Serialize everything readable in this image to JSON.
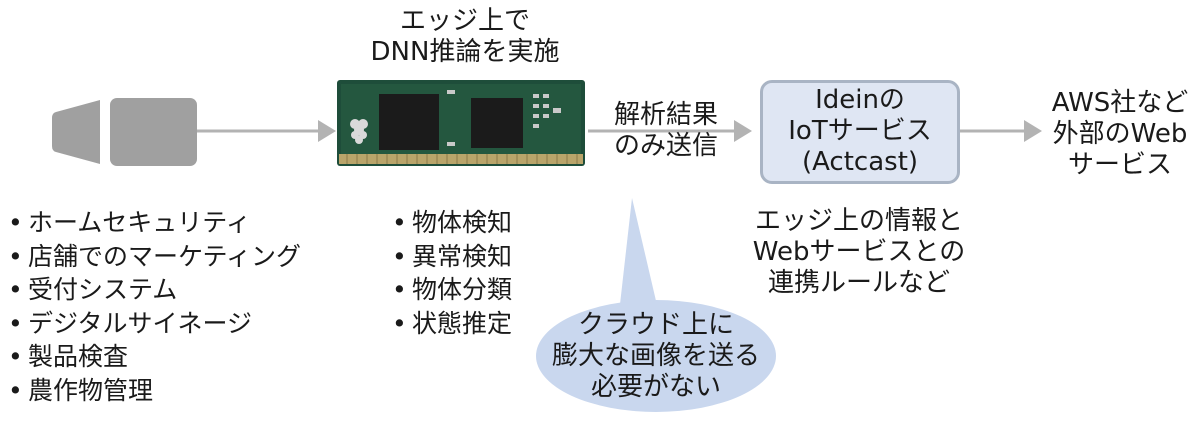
{
  "colors": {
    "arrow": "#b3b3b3",
    "camera": "#a0a0a0",
    "board": "#1e4d3a",
    "chip": "#1b1b1b",
    "box_fill": "#dfe6f3",
    "box_border": "#a9b4c4",
    "bubble": "#c9d7ee"
  },
  "camera": {
    "icon": "camera-icon"
  },
  "use_cases": [
    "ホームセキュリティ",
    "店舗でのマーケティング",
    "受付システム",
    "デジタルサイネージ",
    "製品検査",
    "農作物管理"
  ],
  "bullet": "•",
  "edge": {
    "title_line1": "エッジ上で",
    "title_line2": "DNN推論を実施",
    "board_icon": "compute-module-board-icon",
    "logo_icon": "raspberry-pi-logo-icon",
    "tasks": [
      "物体検知",
      "異常検知",
      "物体分類",
      "状態推定"
    ]
  },
  "send": {
    "line1": "解析結果",
    "line2": "のみ送信"
  },
  "bubble": {
    "line1": "クラウド上に",
    "line2": "膨大な画像を送る",
    "line3": "必要がない"
  },
  "service": {
    "line1": "Ideinの",
    "line2": "IoTサービス",
    "line3": "(Actcast)",
    "desc_line1": "エッジ上の情報と",
    "desc_line2": "Webサービスとの",
    "desc_line3": "連携ルールなど"
  },
  "external": {
    "line1": "AWS社など",
    "line2": "外部のWeb",
    "line3": "サービス"
  }
}
